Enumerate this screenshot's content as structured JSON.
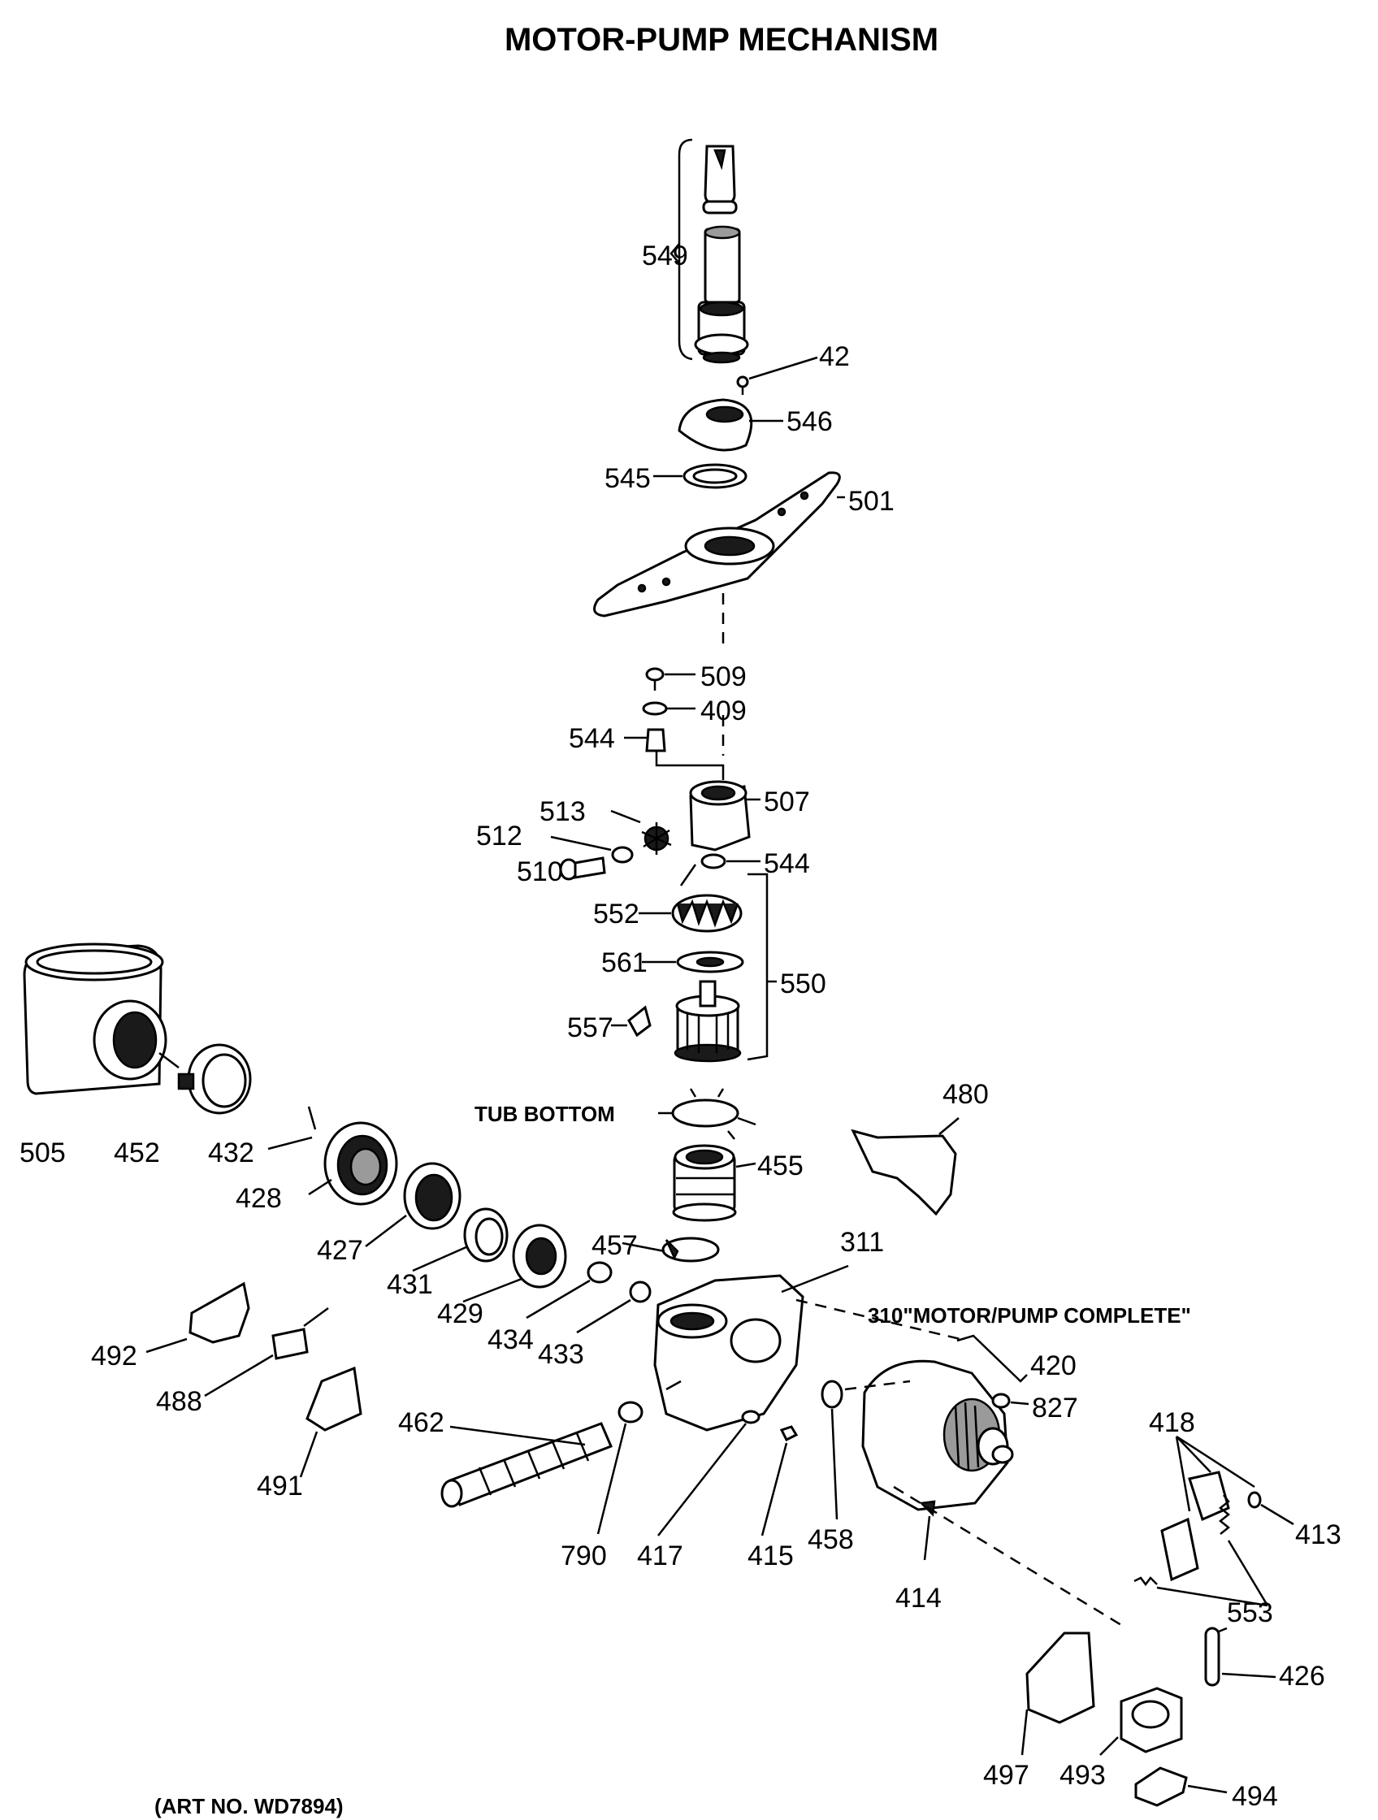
{
  "title": "MOTOR-PUMP MECHANISM",
  "art_no": "(ART NO. WD7894)",
  "tub_bottom": "TUB BOTTOM",
  "complete_label": "310\"MOTOR/PUMP COMPLETE\"",
  "parts": {
    "p549": "549",
    "p42": "42",
    "p546": "546",
    "p545": "545",
    "p501": "501",
    "p509": "509",
    "p409": "409",
    "p544a": "544",
    "p507": "507",
    "p513": "513",
    "p512": "512",
    "p510": "510",
    "p544b": "544",
    "p552": "552",
    "p561": "561",
    "p550": "550",
    "p557": "557",
    "p480": "480",
    "p505": "505",
    "p452": "452",
    "p432": "432",
    "p428": "428",
    "p455": "455",
    "p427": "427",
    "p457": "457",
    "p311": "311",
    "p431": "431",
    "p429": "429",
    "p434": "434",
    "p433": "433",
    "p492": "492",
    "p488": "488",
    "p420": "420",
    "p827": "827",
    "p418": "418",
    "p462": "462",
    "p491": "491",
    "p413": "413",
    "p790": "790",
    "p417": "417",
    "p415": "415",
    "p458": "458",
    "p553": "553",
    "p414": "414",
    "p426": "426",
    "p497": "497",
    "p493": "493",
    "p494": "494"
  }
}
